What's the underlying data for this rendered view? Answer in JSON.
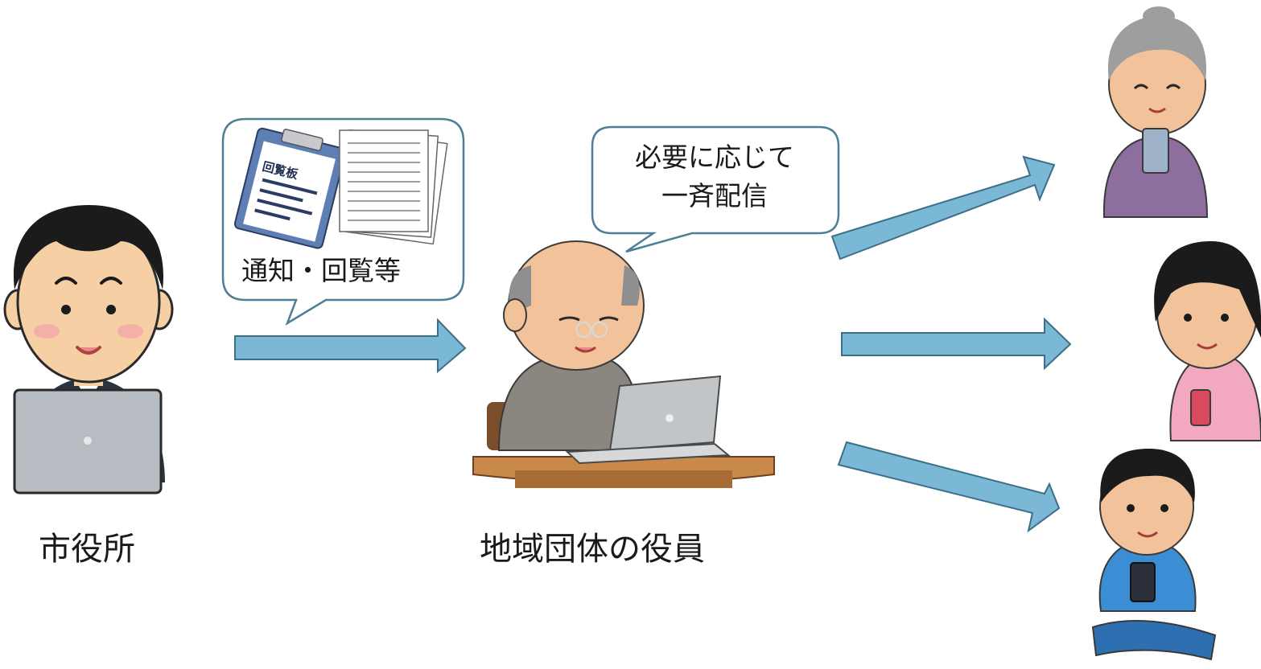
{
  "actors": {
    "city_office": {
      "label": "市役所"
    },
    "community_officer": {
      "label": "地域団体の役員"
    }
  },
  "bubbles": {
    "notice": {
      "text": "通知・回覧等",
      "board_title": "回覧板"
    },
    "broadcast": {
      "line1": "必要に応じて",
      "line2": "一斉配信"
    }
  },
  "colors": {
    "arrow_fill": "#7ab8d6",
    "arrow_stroke": "#3c6f8a",
    "bubble_stroke": "#4d7f96"
  }
}
